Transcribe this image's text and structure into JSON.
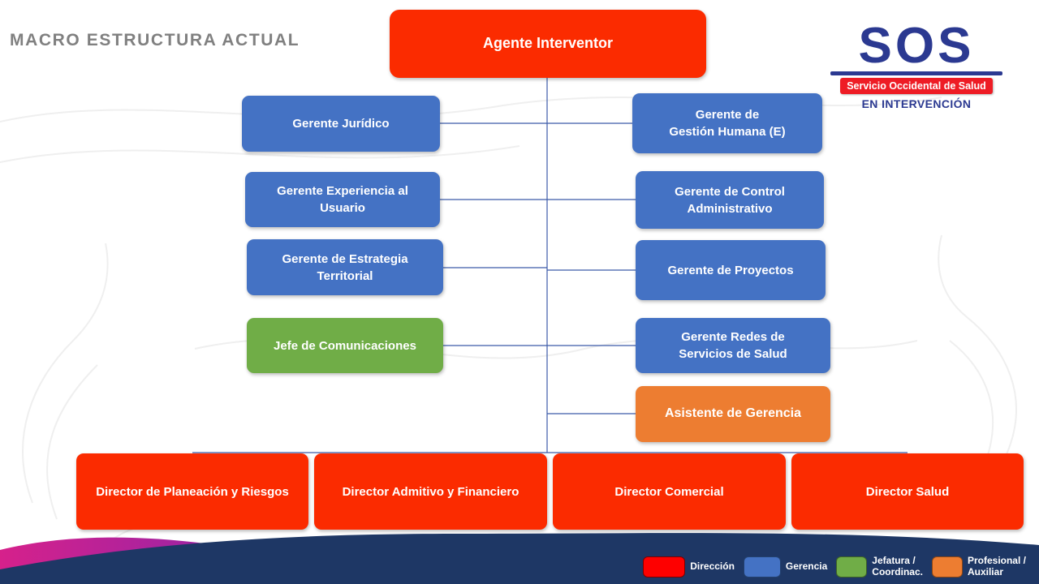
{
  "title": "MACRO ESTRUCTURA ACTUAL",
  "logo": {
    "acronym": "SOS",
    "banner": "Servicio Occidental de Salud",
    "status": "EN INTERVENCIÓN"
  },
  "colors": {
    "direccion": "#FB2B00",
    "gerencia": "#4472C4",
    "jefatura": "#70AD47",
    "profesional": "#ED7D31",
    "line": "#3C5BA9"
  },
  "org": {
    "root": "Agente Interventor",
    "left": [
      "Gerente Jurídico",
      "Gerente Experiencia al\nUsuario",
      "Gerente de Estrategia\nTerritorial",
      "Jefe de Comunicaciones"
    ],
    "right": [
      "Gerente de\nGestión Humana (E)",
      "Gerente de Control\nAdministrativo",
      "Gerente  de Proyectos",
      "Gerente Redes de\nServicios de Salud",
      "Asistente de Gerencia"
    ],
    "directors": [
      "Director de Planeación y Riesgos",
      "Director Admitivo y Financiero",
      "Director Comercial",
      "Director  Salud"
    ]
  },
  "legend": [
    {
      "label": "Dirección",
      "color": "#FE0000"
    },
    {
      "label": "Gerencia",
      "color": "#4472C4"
    },
    {
      "label": "Jefatura /\nCoordinac.",
      "color": "#70AD47"
    },
    {
      "label": "Profesional /\nAuxiliar",
      "color": "#ED7D31"
    }
  ]
}
